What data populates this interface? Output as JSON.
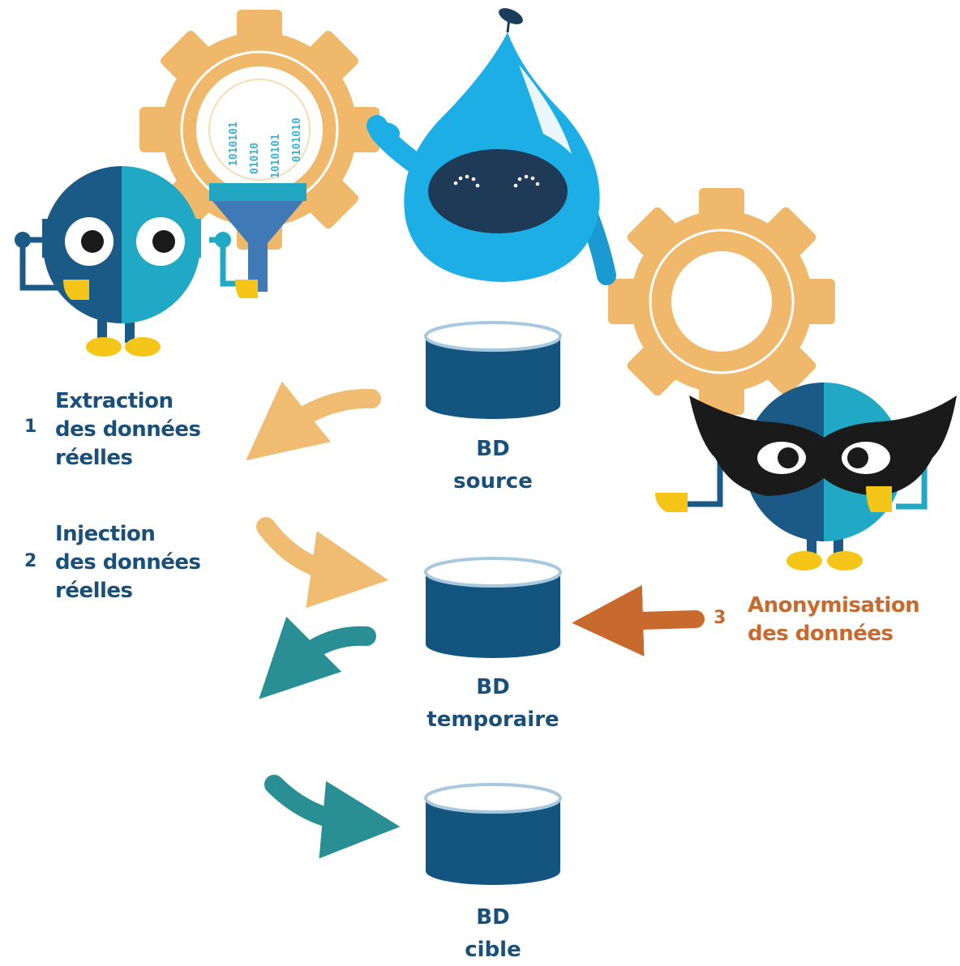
{
  "steps": [
    {
      "number": "1",
      "line1": "Extraction",
      "line2": "des données",
      "line3": "réelles"
    },
    {
      "number": "2",
      "line1": "Injection",
      "line2": "des données",
      "line3": "réelles"
    },
    {
      "number": "3",
      "line1": "Anonymisation",
      "line2": "des données"
    }
  ],
  "databases": [
    {
      "line1": "BD",
      "line2": "source"
    },
    {
      "line1": "BD",
      "line2": "temporaire"
    },
    {
      "line1": "BD",
      "line2": "cible"
    }
  ],
  "binary_digits": [
    "1010101",
    "01010",
    "1010101",
    "0101010"
  ],
  "colors": {
    "navy": "#1a4f7a",
    "db_body": "#145580",
    "gear": "#efb86b",
    "light_orange_arrow": "#efbc72",
    "teal_arrow": "#2a8f95",
    "orange_arrow": "#c8692e",
    "robot_dark": "#1b5a86",
    "robot_light": "#20a8c4",
    "drop_blue": "#1eaee6",
    "mask_black": "#1a1a1a",
    "yellow": "#f5c518"
  },
  "icons": [
    "gear-icon",
    "robot-icon",
    "water-drop-mascot-icon",
    "funnel-icon",
    "mask-icon",
    "database-icon",
    "arrow-icon"
  ]
}
